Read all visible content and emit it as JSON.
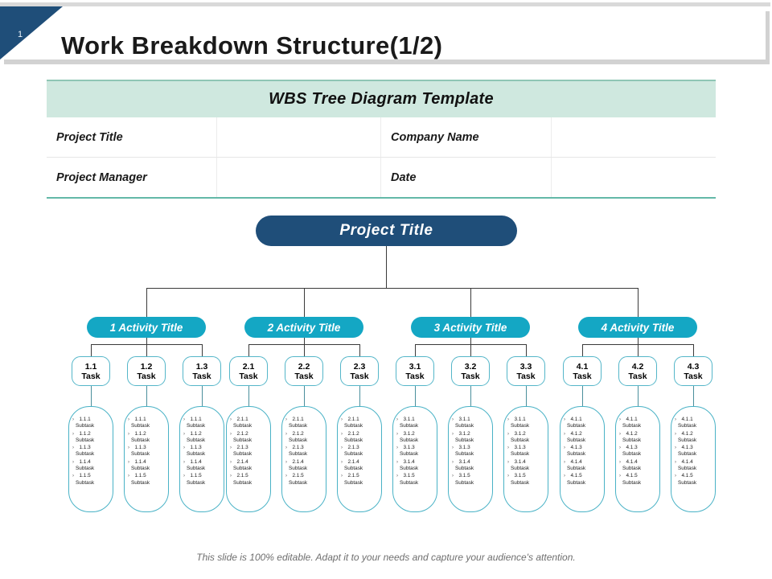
{
  "header": {
    "slide_number": "1",
    "title": "Work Breakdown Structure(1/2)",
    "accent_color": "#1F4E79"
  },
  "info_table": {
    "title": "WBS Tree Diagram Template",
    "header_bg": "#CFE8DF",
    "rows": [
      {
        "label": "Project Title",
        "value": "",
        "label2": "Company Name",
        "value2": ""
      },
      {
        "label": "Project Manager",
        "value": "",
        "label2": "Date",
        "value2": ""
      }
    ]
  },
  "tree": {
    "root": {
      "label": "Project Title",
      "color": "#1F4E79"
    },
    "activity_color": "#14A7C4",
    "task_border_color": "#54B6C9",
    "subtask_border_color": "#49B2C6",
    "activities": [
      {
        "label": "1 Activity Title",
        "tasks": [
          {
            "num": "1.1",
            "word": "Task",
            "subtasks": [
              "1.1.1\nSubtask",
              "1.1.2\nSubtask",
              "1.1.3\nSubtask",
              "1.1.4\nSubtask",
              "1.1.5\nSubtask"
            ]
          },
          {
            "num": "1.2",
            "word": "Task",
            "subtasks": [
              "1.1.1\nSubtask",
              "1.1.2\nSubtask",
              "1.1.3\nSubtask",
              "1.1.4\nSubtask",
              "1.1.5\nSubtask"
            ]
          },
          {
            "num": "1.3",
            "word": "Task",
            "subtasks": [
              "1.1.1\nSubtask",
              "1.1.2\nSubtask",
              "1.1.3\nSubtask",
              "1.1.4\nSubtask",
              "1.1.5\nSubtask"
            ]
          }
        ]
      },
      {
        "label": "2 Activity Title",
        "tasks": [
          {
            "num": "2.1",
            "word": "Task",
            "subtasks": [
              "2.1.1\nSubtask",
              "2.1.2\nSubtask",
              "2.1.3\nSubtask",
              "2.1.4\nSubtask",
              "2.1.5\nSubtask"
            ]
          },
          {
            "num": "2.2",
            "word": "Task",
            "subtasks": [
              "2.1.1\nSubtask",
              "2.1.2\nSubtask",
              "2.1.3\nSubtask",
              "2.1.4\nSubtask",
              "2.1.5\nSubtask"
            ]
          },
          {
            "num": "2.3",
            "word": "Task",
            "subtasks": [
              "2.1.1\nSubtask",
              "2.1.2\nSubtask",
              "2.1.3\nSubtask",
              "2.1.4\nSubtask",
              "2.1.5\nSubtask"
            ]
          }
        ]
      },
      {
        "label": "3 Activity Title",
        "tasks": [
          {
            "num": "3.1",
            "word": "Task",
            "subtasks": [
              "3.1.1\nSubtask",
              "3.1.2\nSubtask",
              "3.1.3\nSubtask",
              "3.1.4\nSubtask",
              "3.1.5\nSubtask"
            ]
          },
          {
            "num": "3.2",
            "word": "Task",
            "subtasks": [
              "3.1.1\nSubtask",
              "3.1.2\nSubtask",
              "3.1.3\nSubtask",
              "3.1.4\nSubtask",
              "3.1.5\nSubtask"
            ]
          },
          {
            "num": "3.3",
            "word": "Task",
            "subtasks": [
              "3.1.1\nSubtask",
              "3.1.2\nSubtask",
              "3.1.3\nSubtask",
              "3.1.4\nSubtask",
              "3.1.5\nSubtask"
            ]
          }
        ]
      },
      {
        "label": "4 Activity Title",
        "tasks": [
          {
            "num": "4.1",
            "word": "Task",
            "subtasks": [
              "4.1.1\nSubtask",
              "4.1.2\nSubtask",
              "4.1.3\nSubtask",
              "4.1.4\nSubtask",
              "4.1.5\nSubtask"
            ]
          },
          {
            "num": "4.2",
            "word": "Task",
            "subtasks": [
              "4.1.1\nSubtask",
              "4.1.2\nSubtask",
              "4.1.3\nSubtask",
              "4.1.4\nSubtask",
              "4.1.5\nSubtask"
            ]
          },
          {
            "num": "4.3",
            "word": "Task",
            "subtasks": [
              "4.1.1\nSubtask",
              "4.1.2\nSubtask",
              "4.1.3\nSubtask",
              "4.1.4\nSubtask",
              "4.1.5\nSubtask"
            ]
          }
        ]
      }
    ],
    "bullet_icon": "chevron-right-icon"
  },
  "footer": {
    "note": "This slide is 100% editable. Adapt it to your needs and capture your audience's attention."
  }
}
